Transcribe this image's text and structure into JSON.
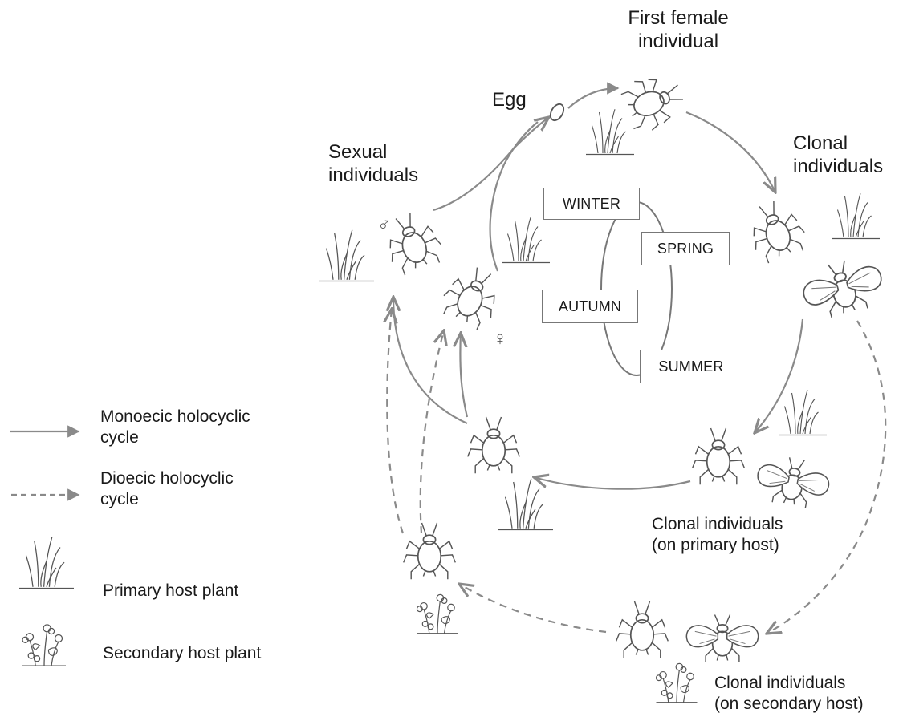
{
  "labels": {
    "first_female": "First female\nindividual",
    "egg": "Egg",
    "sexual": "Sexual\nindividuals",
    "clonal": "Clonal\nindividuals",
    "clonal_primary": "Clonal individuals\n(on primary host)",
    "clonal_secondary": "Clonal individuals\n(on secondary host)"
  },
  "seasons": {
    "winter": "WINTER",
    "spring": "SPRING",
    "autumn": "AUTUMN",
    "summer": "SUMMER"
  },
  "symbols": {
    "male": "♂",
    "female": "♀"
  },
  "legend": {
    "monoecic": "Monoecic holocyclic\ncycle",
    "dioecic": "Dioecic holocyclic\ncycle",
    "primary": "Primary host plant",
    "secondary": "Secondary host plant"
  },
  "colors": {
    "line": "#8a8a8a",
    "sketch": "#555555"
  }
}
